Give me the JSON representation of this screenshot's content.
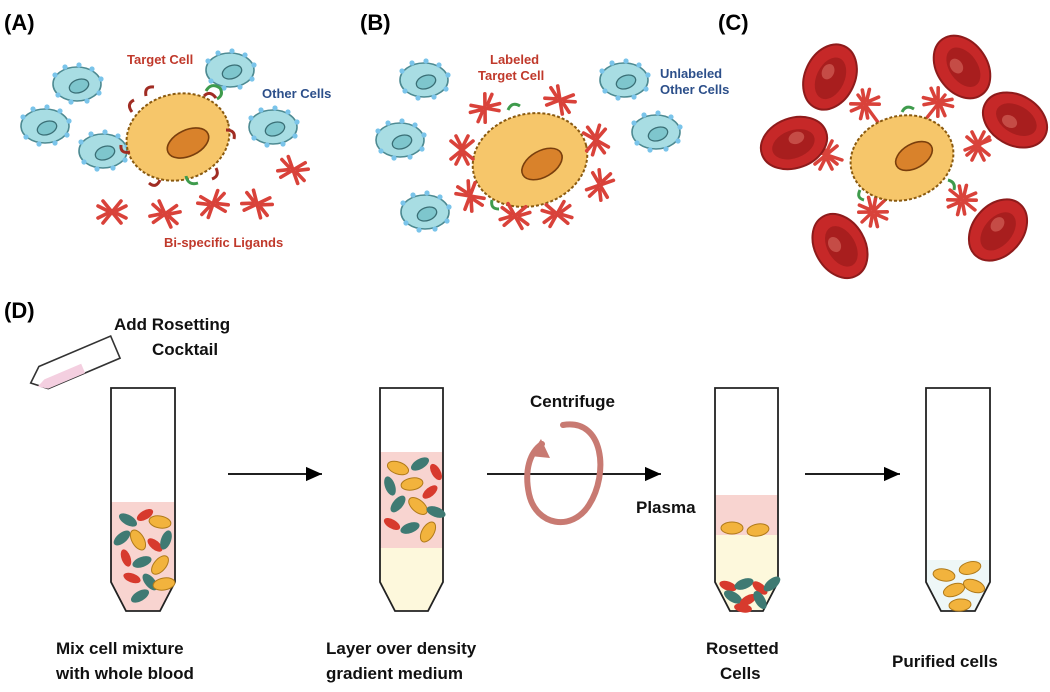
{
  "panels": {
    "a": "(A)",
    "b": "(B)",
    "c": "(C)",
    "d": "(D)"
  },
  "panel_a": {
    "target_cell": "Target Cell",
    "other_cells": "Other Cells",
    "ligands": "Bi-specific Ligands"
  },
  "panel_b": {
    "labeled_line1": "Labeled",
    "labeled_line2": "Target Cell",
    "unlabeled_line1": "Unlabeled",
    "unlabeled_line2": "Other Cells"
  },
  "panel_d": {
    "add_line1": "Add Rosetting",
    "add_line2": "Cocktail",
    "centrifuge": "Centrifuge",
    "plasma": "Plasma",
    "step1_line1": "Mix cell mixture",
    "step1_line2": "with whole blood",
    "step2_line1": "Layer over density",
    "step2_line2": "gradient medium",
    "step3_line1": "Rosetted",
    "step3_line2": "Cells",
    "step4": "Purified cells"
  },
  "colors": {
    "target_cell": "#f6c66a",
    "nucleus": "#d9822b",
    "other_cell": "#a8dde3",
    "ligand": "#d9423a",
    "rbc": "#c62828",
    "green_receptor": "#3e9b4c",
    "plasma_pink": "#f8d4d0",
    "gradient_yellow": "#fdf8dc",
    "cell_teal": "#3f7a73",
    "arrow_swirl": "#c87a72"
  }
}
